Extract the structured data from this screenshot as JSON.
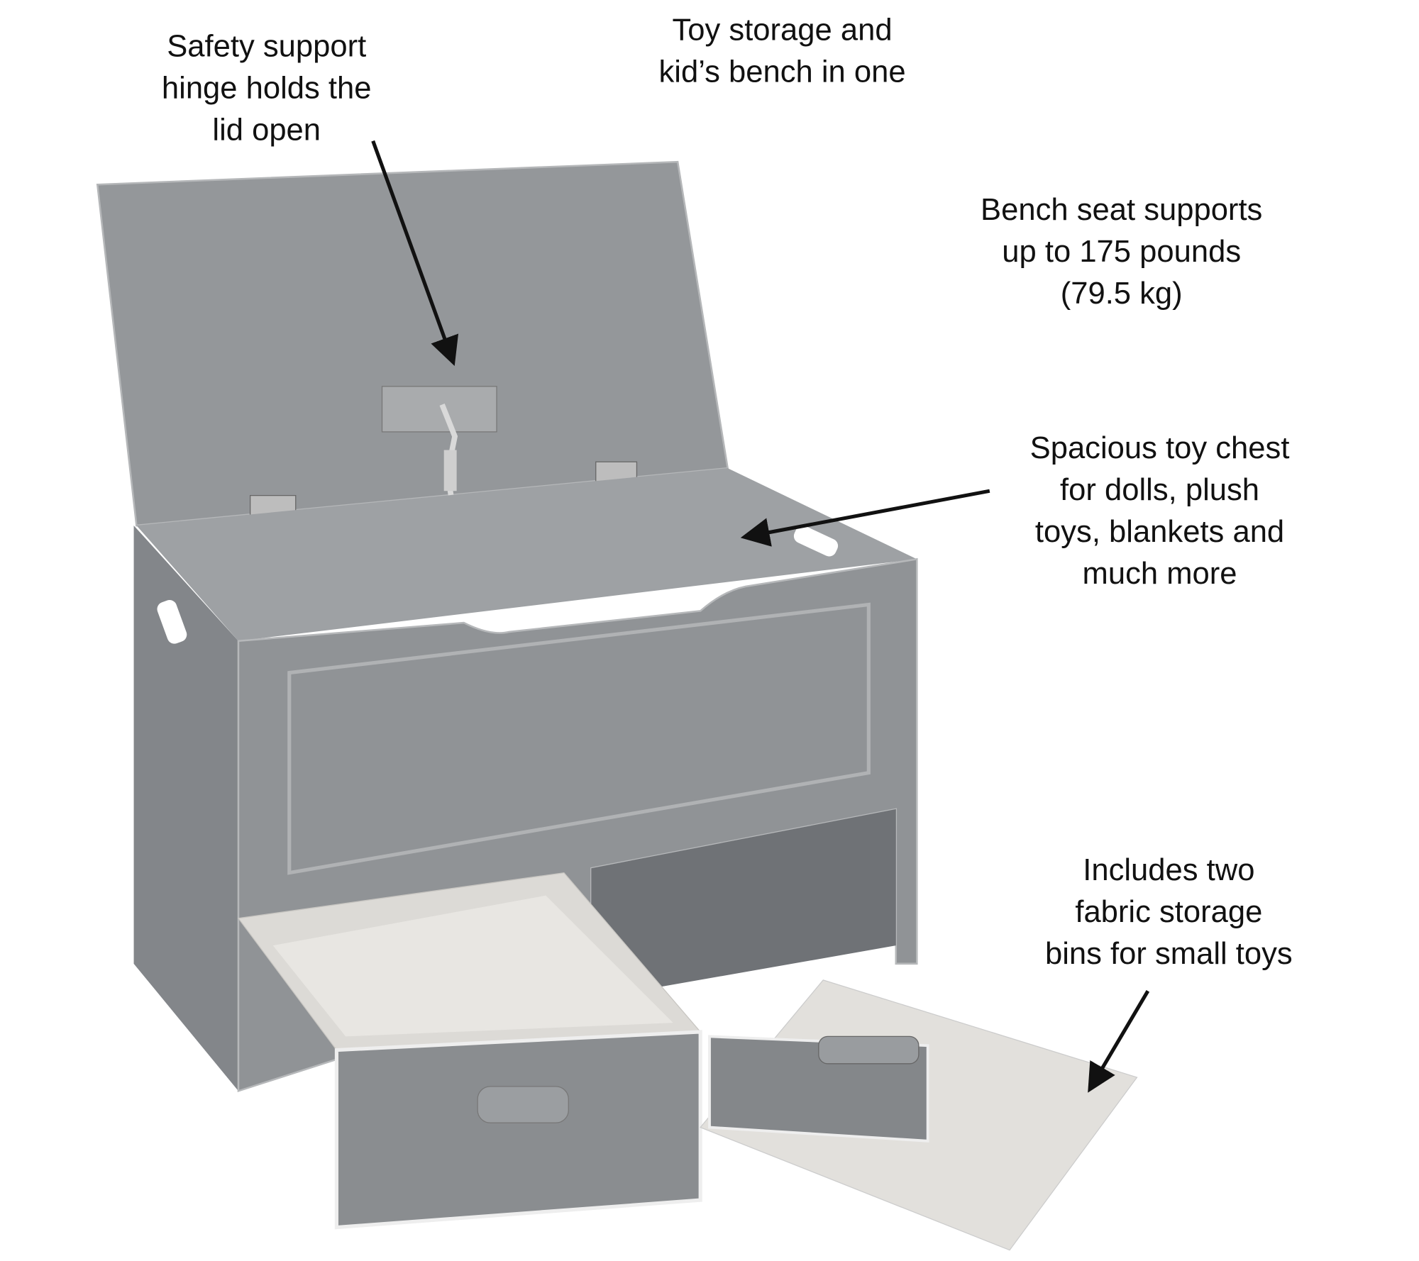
{
  "callouts": {
    "hinge": {
      "lines": [
        "Safety support",
        "hinge holds the",
        "lid open"
      ]
    },
    "bench_combo": {
      "lines": [
        "Toy storage and",
        "kid’s bench in one"
      ]
    },
    "weight": {
      "lines": [
        "Bench seat supports",
        "up to 175 pounds",
        "(79.5 kg)"
      ]
    },
    "chest": {
      "lines": [
        "Spacious toy chest",
        "for dolls, plush",
        "toys, blankets and",
        "much more"
      ]
    },
    "bins": {
      "lines": [
        "Includes two",
        "fabric storage",
        "bins for small toys"
      ]
    }
  },
  "colors": {
    "wood": "#8f9295",
    "wood_light": "#a3a6a9",
    "wood_dark": "#7d8083",
    "fabric": "#e4e2de",
    "fabric_gray": "#8a8d90",
    "text": "#111111"
  }
}
